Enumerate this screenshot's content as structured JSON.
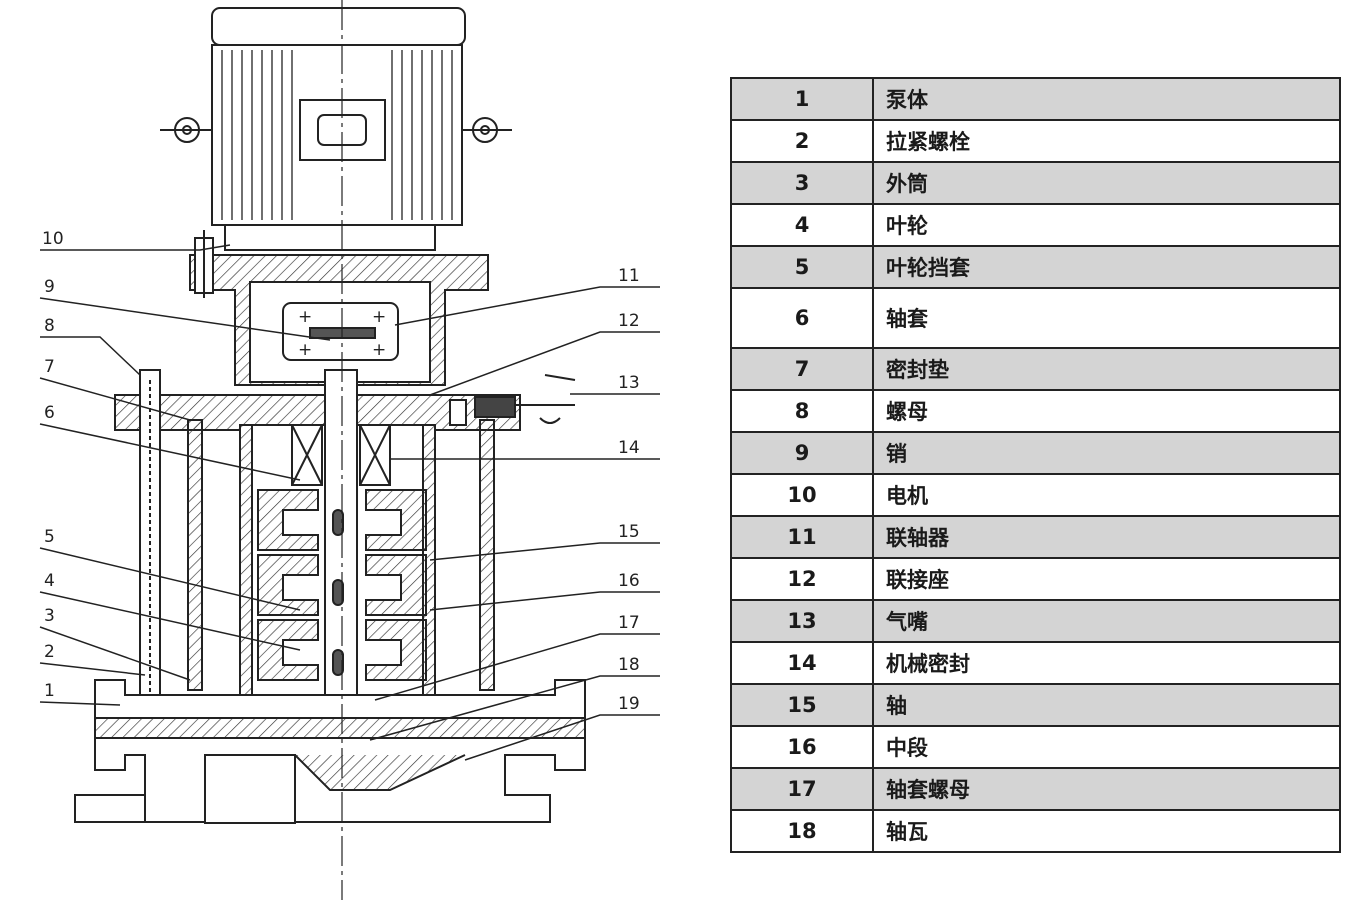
{
  "callouts": {
    "left": [
      "10",
      "9",
      "8",
      "7",
      "6",
      "5",
      "4",
      "3",
      "2",
      "1"
    ],
    "right": [
      "11",
      "12",
      "13",
      "14",
      "15",
      "16",
      "17",
      "18",
      "19"
    ]
  },
  "parts": [
    {
      "num": "1",
      "name": "泵体"
    },
    {
      "num": "2",
      "name": "拉紧螺栓"
    },
    {
      "num": "3",
      "name": "外筒"
    },
    {
      "num": "4",
      "name": "叶轮"
    },
    {
      "num": "5",
      "name": "叶轮挡套"
    },
    {
      "num": "6",
      "name": "轴套"
    },
    {
      "num": "7",
      "name": "密封垫"
    },
    {
      "num": "8",
      "name": "螺母"
    },
    {
      "num": "9",
      "name": "销"
    },
    {
      "num": "10",
      "name": "电机"
    },
    {
      "num": "11",
      "name": "联轴器"
    },
    {
      "num": "12",
      "name": "联接座"
    },
    {
      "num": "13",
      "name": "气嘴"
    },
    {
      "num": "14",
      "name": "机械密封"
    },
    {
      "num": "15",
      "name": "轴"
    },
    {
      "num": "16",
      "name": "中段"
    },
    {
      "num": "17",
      "name": "轴套螺母"
    },
    {
      "num": "18",
      "name": "轴瓦"
    }
  ]
}
